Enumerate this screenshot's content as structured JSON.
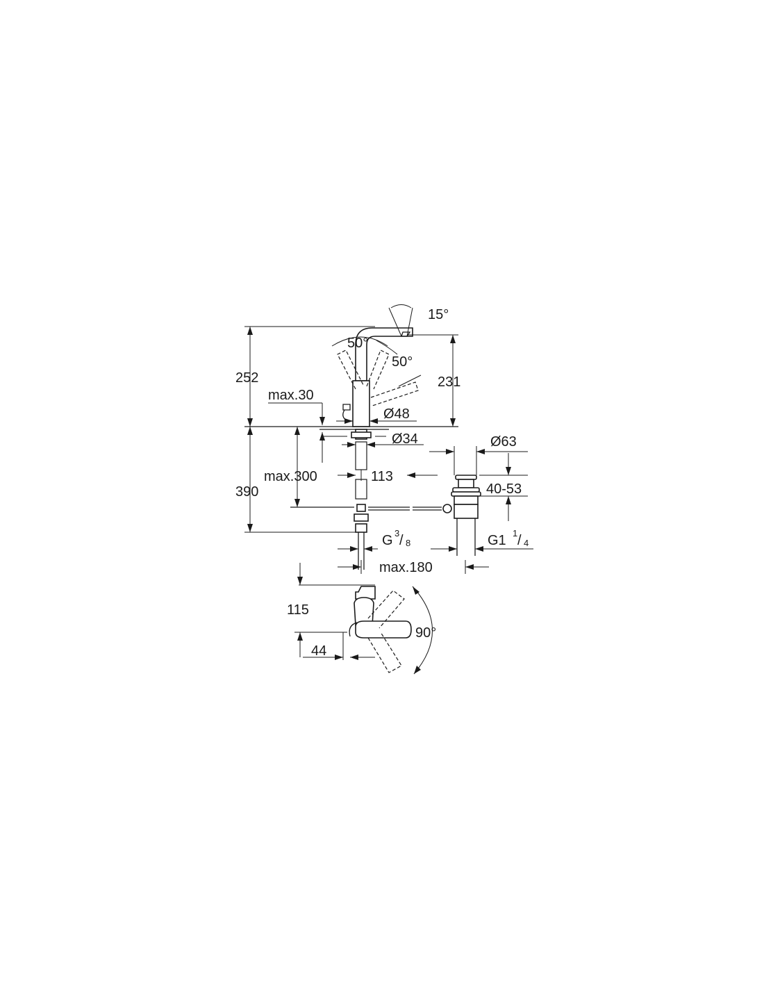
{
  "drawing": {
    "dimensions": {
      "angle_spout": "15°",
      "angle_lever_left": "50°",
      "angle_lever_right": "50°",
      "height_total": "252",
      "height_spout": "231",
      "max_deck": "max.30",
      "dia_body": "Ø48",
      "dia_shank": "Ø34",
      "dia_waste": "Ø63",
      "max_hose": "max.300",
      "projection_113": "113",
      "waste_range": "40-53",
      "height_below": "390",
      "conn_g_base": "G",
      "conn_g_num": "3",
      "conn_g_den": "8",
      "conn_g1_base": "G1",
      "conn_g1_num": "1",
      "conn_g1_den": "4",
      "max_180": "max.180",
      "dim_115": "115",
      "angle_rotate": "90°",
      "dim_44": "44"
    }
  }
}
